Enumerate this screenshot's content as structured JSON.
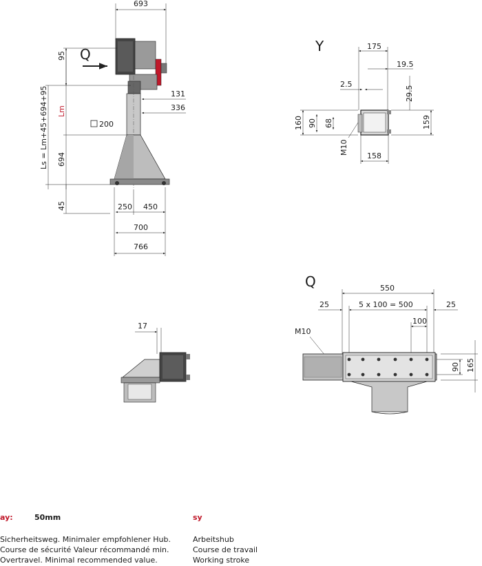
{
  "views": {
    "side": {
      "top_width": "693",
      "head_h": "95",
      "view_arrow": "Q",
      "lm": "Lm",
      "ls_formula": "Ls = Lm+45+694+95",
      "base_h": "694",
      "foot_h": "45",
      "arm_131": "131",
      "arm_336": "336",
      "column": "200",
      "d250": "250",
      "d450": "450",
      "d700": "700",
      "d766": "766"
    },
    "y": {
      "label": "Y",
      "d175": "175",
      "d19_5": "19.5",
      "d2_5": "2.5",
      "d29_5": "29.5",
      "d160": "160",
      "d90": "90",
      "d68": "68",
      "d159": "159",
      "thread": "M10",
      "d158": "158"
    },
    "detail": {
      "d17": "17"
    },
    "q": {
      "label": "Q",
      "d550": "550",
      "d25l": "25",
      "pitch": "5 x 100 = 500",
      "d25r": "25",
      "d100": "100",
      "thread": "M10",
      "d90": "90",
      "d165": "165"
    }
  },
  "legend": {
    "ay_symbol": "ay:",
    "ay_value": "50mm",
    "ay_lines": [
      "Sicherheitsweg. Minimaler empfohlener Hub.",
      "Course de sécurité Valeur récommandé min.",
      "Overtravel. Minimal recommended value."
    ],
    "sy_symbol": "sy",
    "sy_lines": [
      "Arbeitshub",
      "Course de travail",
      "Working stroke"
    ]
  }
}
